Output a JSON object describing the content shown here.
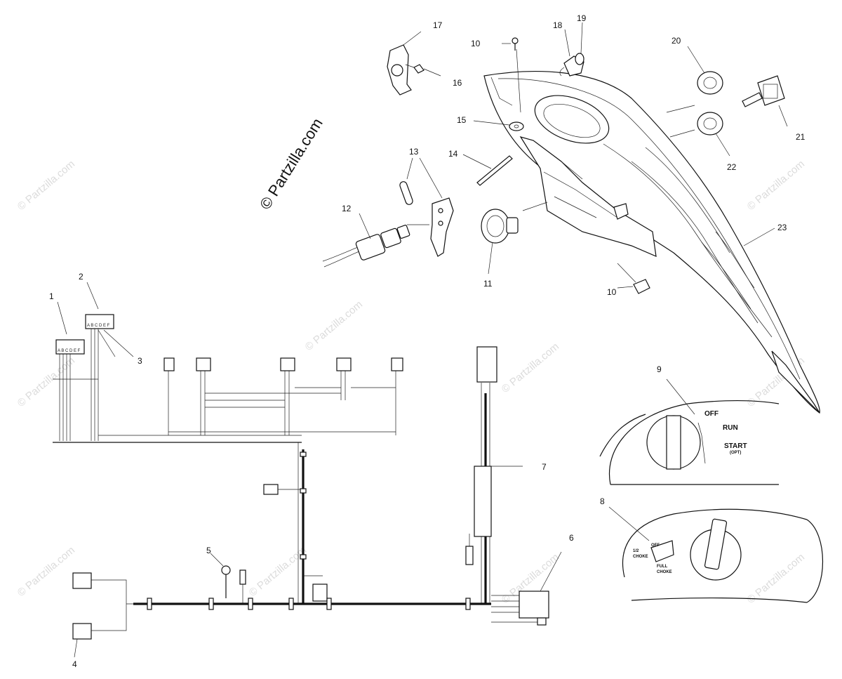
{
  "watermark": {
    "main": "© Partzilla.com",
    "faint": "© Partzilla.com"
  },
  "callouts": {
    "c1": "1",
    "c2": "2",
    "c3": "3",
    "c4": "4",
    "c5": "5",
    "c6": "6",
    "c7": "7",
    "c8": "8",
    "c9": "9",
    "c10a": "10",
    "c10b": "10",
    "c11": "11",
    "c12": "12",
    "c13": "13",
    "c14": "14",
    "c15": "15",
    "c16": "16",
    "c17": "17",
    "c18": "18",
    "c19": "19",
    "c20": "20",
    "c21": "21",
    "c22": "22",
    "c23": "23"
  },
  "key_switch_panel": {
    "off": "OFF",
    "run": "RUN",
    "start": "START",
    "start_note": "(OPT)"
  },
  "choke_panel": {
    "off": "OFF",
    "half_choke_1": "1/2",
    "half_choke_2": "CHOKE",
    "full_choke_1": "FULL",
    "full_choke_2": "CHOKE"
  },
  "connector_pins": {
    "p1": "A B C D E F",
    "p2": "A B C D E F"
  }
}
